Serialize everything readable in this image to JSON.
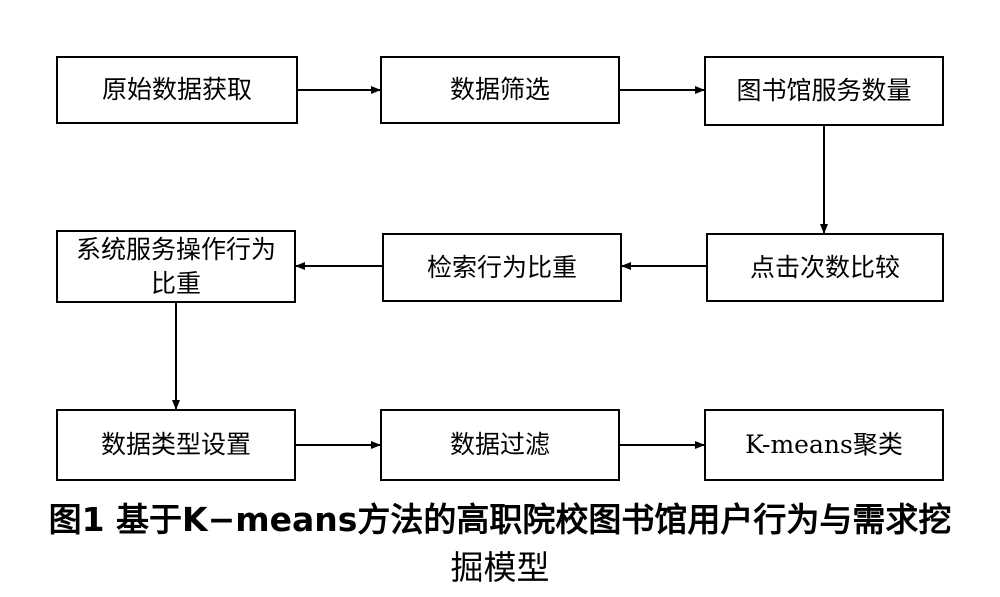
{
  "diagram": {
    "nodes": {
      "raw_data": "原始数据获取",
      "data_filter": "数据筛选",
      "library_service_count": "图书馆服务数量",
      "system_service_ratio": "系统服务操作行为比重",
      "search_ratio": "检索行为比重",
      "click_compare": "点击次数比较",
      "data_type": "数据类型设置",
      "data_filtering": "数据过滤",
      "kmeans": "K-means聚类"
    }
  },
  "caption": {
    "line1": "图1 基于K−means方法的高职院校图书馆用户行为与需求挖",
    "line2": "掘模型"
  }
}
